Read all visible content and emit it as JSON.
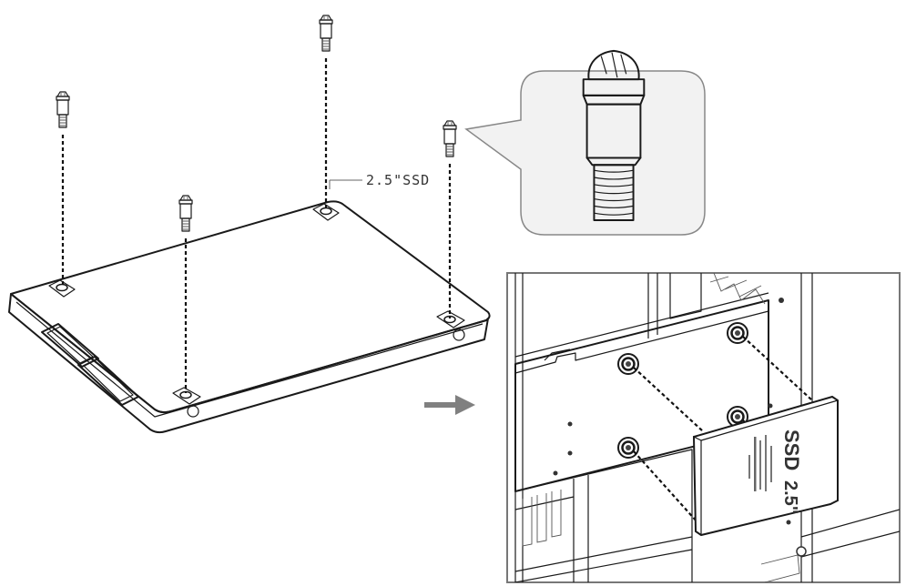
{
  "callout": {
    "part_label": "2.5\"SSD"
  },
  "drive_face": {
    "brand": "SSD",
    "size": "2.5\""
  },
  "colors": {
    "ink": "#1a1a1a",
    "callout_fill": "#f2f2f2",
    "arrow": "#808080",
    "panel_border": "#777777"
  },
  "icons": {
    "screw": "mounting-screw-icon",
    "arrow": "right-arrow-icon"
  }
}
